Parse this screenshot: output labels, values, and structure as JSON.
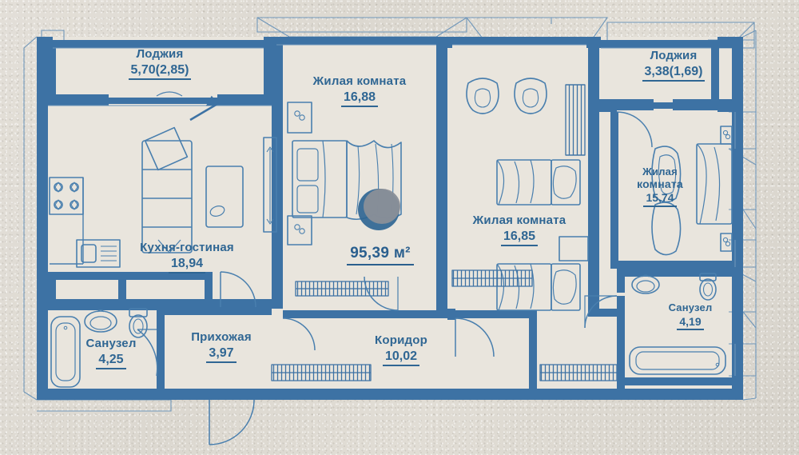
{
  "plan": {
    "total_area_label": "95,39 м²",
    "units": "м²",
    "wall_color": "#3c72a4",
    "wall_color_dark": "#2a5f8e",
    "text_color": "#2f6693",
    "paper_color": "#e9e5dd",
    "outer_background": "#dedad3",
    "furniture_stroke": "#4a7fae",
    "marker_color": "#2f6693",
    "marker_fill": "#8a92a0"
  },
  "rooms": [
    {
      "id": "loggia-left",
      "name": "Лоджия",
      "area": "5,70(2,85)"
    },
    {
      "id": "living-room-top",
      "name": "Жилая комната",
      "area": "16,88"
    },
    {
      "id": "loggia-right",
      "name": "Лоджия",
      "area": "3,38(1,69)"
    },
    {
      "id": "living-room-right",
      "name": "Жилая",
      "name2": "комната",
      "area": "15,74"
    },
    {
      "id": "living-room-mid",
      "name": "Жилая комната",
      "area": "16,85"
    },
    {
      "id": "kitchen-living",
      "name": "Кухня-гостиная",
      "area": "18,94"
    },
    {
      "id": "bathroom-left",
      "name": "Санузел",
      "area": "4,25"
    },
    {
      "id": "hallway",
      "name": "Прихожая",
      "area": "3,97"
    },
    {
      "id": "corridor",
      "name": "Коридор",
      "area": "10,02"
    },
    {
      "id": "bathroom-right",
      "name": "Санузел",
      "area": "4,19"
    }
  ],
  "fixtures": [
    {
      "name": "stove-icon",
      "room": "kitchen-living"
    },
    {
      "name": "sink-icon",
      "room": "kitchen-living"
    },
    {
      "name": "sofa-icon",
      "room": "kitchen-living"
    },
    {
      "name": "armchair-icon",
      "room": "kitchen-living"
    },
    {
      "name": "coffee-table-icon",
      "room": "kitchen-living"
    },
    {
      "name": "bathtub-icon",
      "room": "bathroom-left"
    },
    {
      "name": "washbasin-icon",
      "room": "bathroom-left"
    },
    {
      "name": "toilet-icon",
      "room": "bathroom-left"
    },
    {
      "name": "bathtub-icon",
      "room": "bathroom-right"
    },
    {
      "name": "washbasin-icon",
      "room": "bathroom-right"
    },
    {
      "name": "toilet-icon",
      "room": "bathroom-right"
    },
    {
      "name": "bed-icon",
      "room": "living-room-top"
    },
    {
      "name": "wardrobe-icon",
      "room": "living-room-top"
    },
    {
      "name": "bed-icon",
      "room": "living-room-mid"
    },
    {
      "name": "nightstand-icon",
      "room": "living-room-mid"
    },
    {
      "name": "armchair-icon",
      "room": "living-room-mid"
    },
    {
      "name": "bookshelf-icon",
      "room": "living-room-mid"
    },
    {
      "name": "bed-icon",
      "room": "living-room-right"
    },
    {
      "name": "radiator-icon",
      "room": "living-room-top"
    },
    {
      "name": "radiator-icon",
      "room": "corridor"
    },
    {
      "name": "radiator-icon",
      "room": "hallway"
    }
  ]
}
